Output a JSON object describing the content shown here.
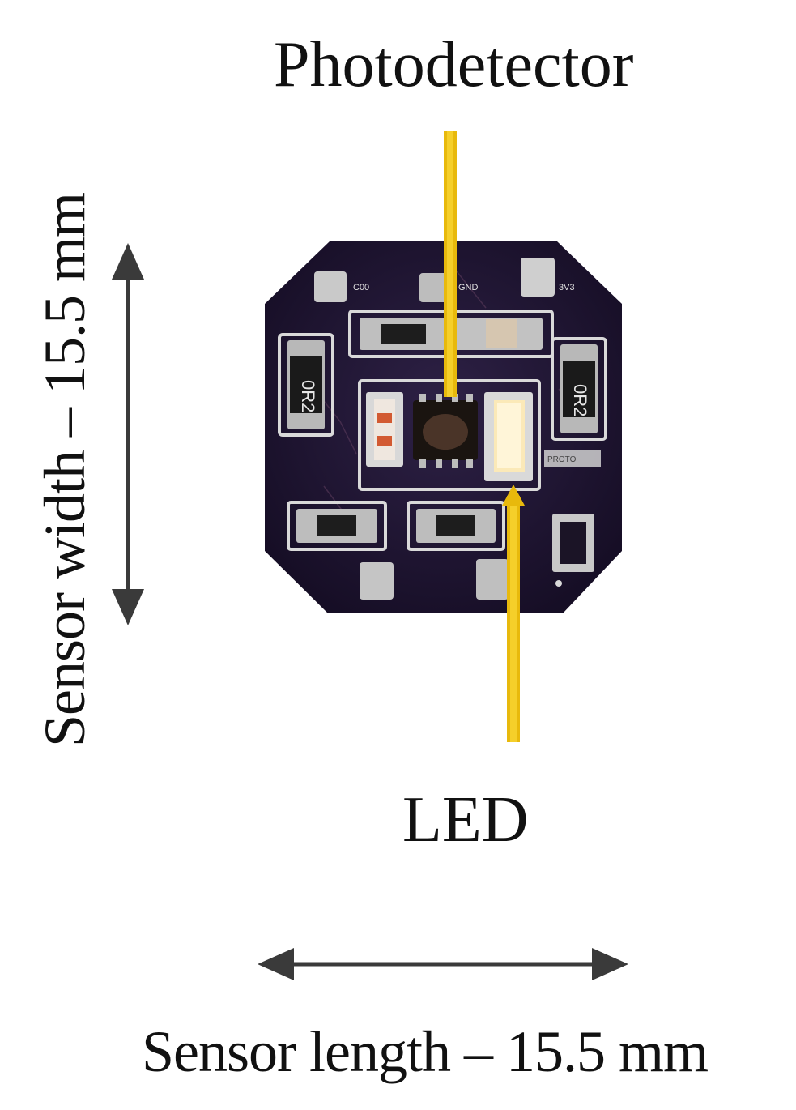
{
  "labels": {
    "photodetector": "Photodetector",
    "led": "LED",
    "sensor_width": "Sensor width – 15.5 mm",
    "sensor_length": "Sensor length – 15.5 mm"
  },
  "colors": {
    "pointer": "#e8b90c",
    "arrow": "#3a3a3a",
    "pcb": "#1f1533"
  }
}
